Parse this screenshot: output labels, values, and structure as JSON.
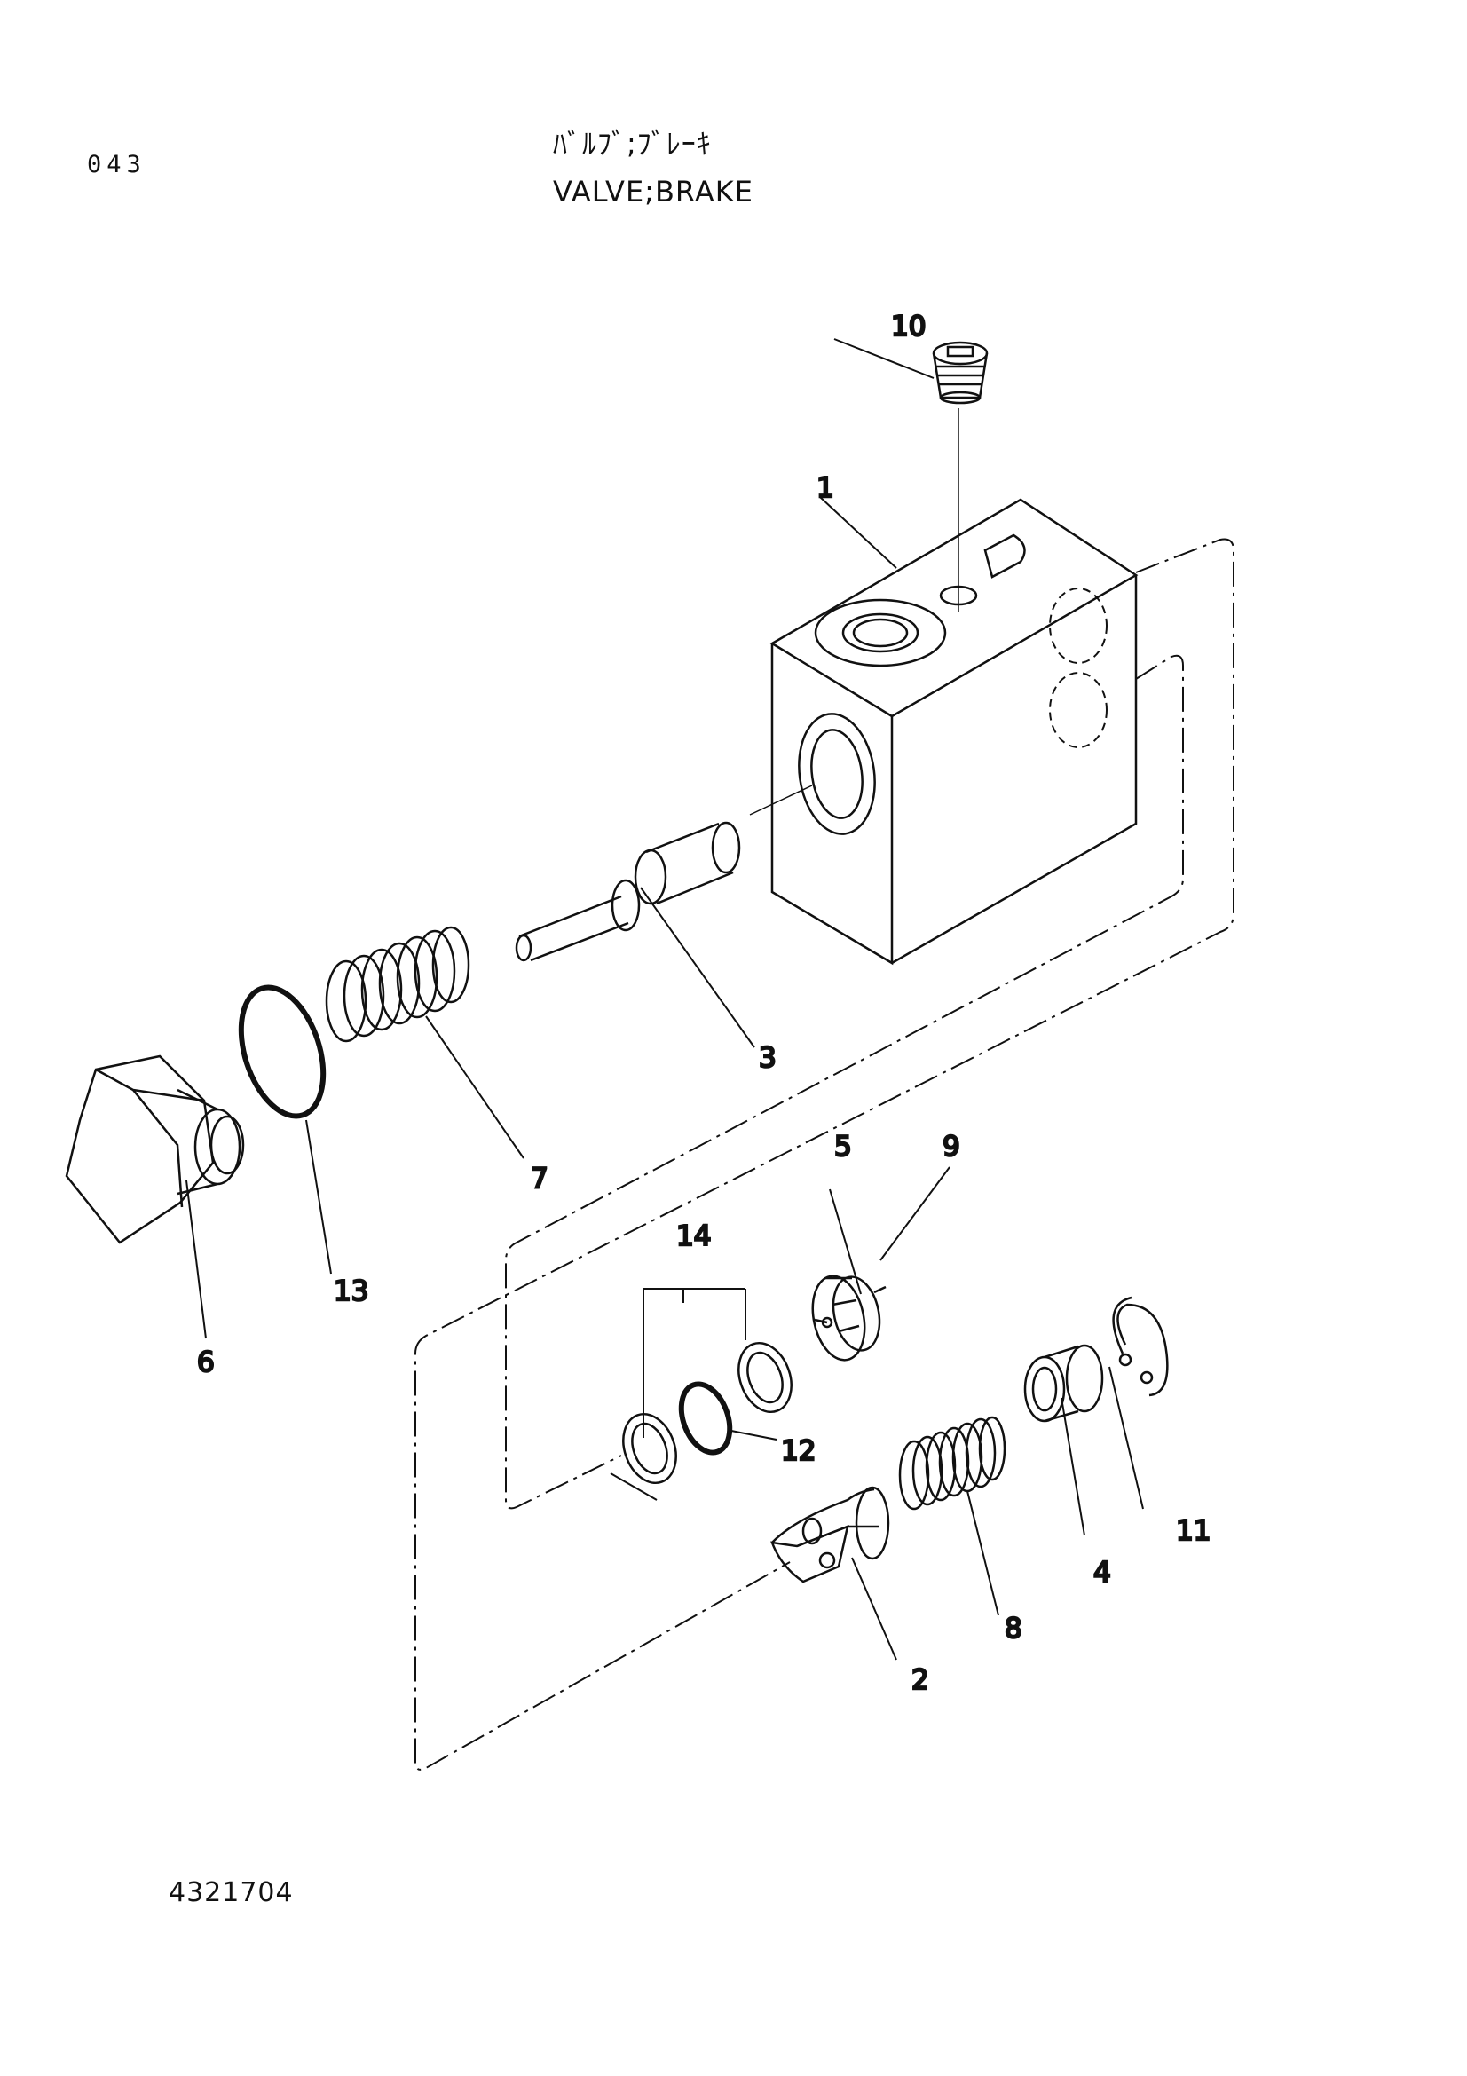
{
  "header": {
    "page_number": "043",
    "title_jp": "ﾊﾞﾙﾌﾞ;ﾌﾞﾚｰｷ",
    "title_en": "VALVE;BRAKE"
  },
  "callouts": {
    "p1": "1",
    "p2": "2",
    "p3": "3",
    "p4": "4",
    "p5": "5",
    "p6": "6",
    "p7": "7",
    "p8": "8",
    "p9": "9",
    "p10": "10",
    "p11": "11",
    "p12": "12",
    "p13": "13",
    "p14": "14"
  },
  "footer": {
    "drawing_number": "4321704"
  }
}
